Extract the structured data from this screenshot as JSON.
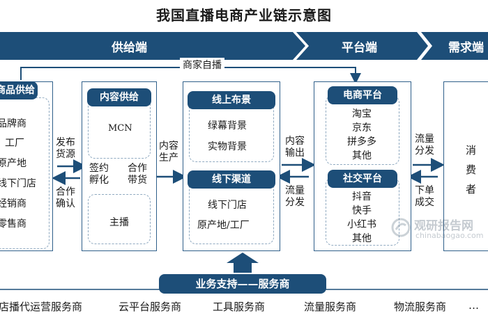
{
  "title": "我国直播电商产业链示意图",
  "colors": {
    "band_dark": "#1d4e78",
    "band_mid": "#2b6595",
    "panel_border": "#2f5f8a",
    "dashed": "#8fa9c0",
    "arrow": "#1d4e78",
    "bottom_pill": "#1d4e78"
  },
  "bands": {
    "supply": "供给端",
    "platform": "平台端",
    "demand": "需求端"
  },
  "merchant_self_broadcast": "商家自播",
  "goods_supply": {
    "header": "商品供给",
    "items": [
      "品牌商",
      "工厂",
      "原产地",
      "线下门店",
      "经销商",
      "零售商"
    ]
  },
  "arrow_publish_source": [
    "发布",
    "货源"
  ],
  "arrow_coop_confirm": [
    "合作",
    "确认"
  ],
  "content_supply": {
    "header": "内容供给",
    "mcn": "MCN",
    "anchor": "主播",
    "sign_incubate": [
      "签约",
      "孵化"
    ],
    "coop_sell": [
      "合作",
      "带货"
    ]
  },
  "arrow_content_production": [
    "内容",
    "生产"
  ],
  "online_scene": {
    "header": "线上布景",
    "items": [
      "绿幕背景",
      "实物背景"
    ]
  },
  "offline_channel": {
    "header": "线下渠道",
    "items": [
      "线下门店",
      "原产地/工厂"
    ]
  },
  "arrow_content_output": [
    "内容",
    "输出"
  ],
  "arrow_traffic_dist": [
    "流量",
    "分发"
  ],
  "ecommerce_platform": {
    "header": "电商平台",
    "items": [
      "淘宝",
      "京东",
      "拼多多",
      "其他"
    ]
  },
  "social_platform": {
    "header": "社交平台",
    "items": [
      "抖音",
      "快手",
      "小红书",
      "其他"
    ]
  },
  "arrow_traffic_dist_2": [
    "流量",
    "分发"
  ],
  "arrow_order_deal": [
    "下单",
    "成交"
  ],
  "consumer": [
    "消",
    "费",
    "者"
  ],
  "business_support": "业务支持——服务商",
  "service_providers": [
    "店播代运营服务商",
    "云平台服务商",
    "工具服务商",
    "流量服务商",
    "物流服务商",
    "…"
  ],
  "watermark": {
    "name": "观研报告网",
    "url": "chinabaogao.com"
  }
}
